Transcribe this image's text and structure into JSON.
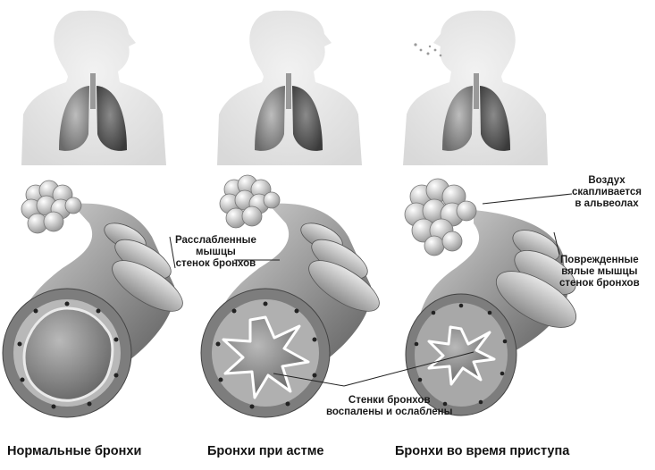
{
  "panels": [
    {
      "caption": "Нормальные бронхи"
    },
    {
      "caption": "Бронхи при астме"
    },
    {
      "caption": "Бронхи во время приступа"
    }
  ],
  "labels": {
    "relaxed_muscles": [
      "Расслабленные",
      "мышцы",
      "стенок бронхов"
    ],
    "inflamed_walls": [
      "Стенки бронхов",
      "воспалены и ослаблены"
    ],
    "air_trapped": [
      "Воздух",
      "скапливается",
      "в альвеолах"
    ],
    "damaged_muscles": [
      "Поврежденные",
      "вялые мышцы",
      "стенок бронхов"
    ]
  }
}
